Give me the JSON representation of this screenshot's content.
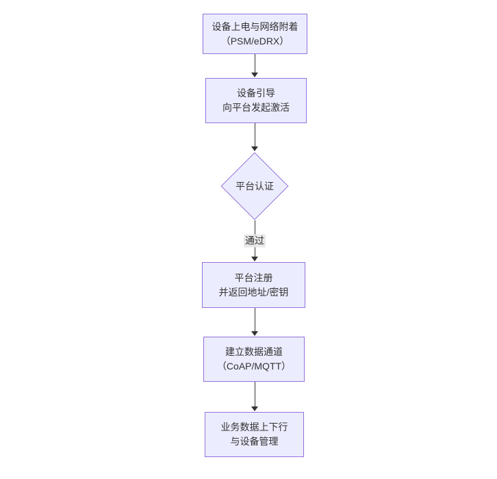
{
  "diagram": {
    "type": "flowchart",
    "direction": "top-down",
    "nodes": [
      {
        "id": "A",
        "shape": "rect",
        "lines": [
          "设备上电与网络附着",
          "（PSM/eDRX）"
        ]
      },
      {
        "id": "B",
        "shape": "rect",
        "lines": [
          "设备引导",
          "向平台发起激活"
        ]
      },
      {
        "id": "C",
        "shape": "diamond",
        "lines": [
          "平台认证"
        ]
      },
      {
        "id": "D",
        "shape": "rect",
        "lines": [
          "平台注册",
          "并返回地址/密钥"
        ]
      },
      {
        "id": "E",
        "shape": "rect",
        "lines": [
          "建立数据通道",
          "（CoAP/MQTT）"
        ]
      },
      {
        "id": "F",
        "shape": "rect",
        "lines": [
          "业务数据上下行",
          "与设备管理"
        ]
      }
    ],
    "edges": [
      {
        "from": "A",
        "to": "B",
        "label": ""
      },
      {
        "from": "B",
        "to": "C",
        "label": ""
      },
      {
        "from": "C",
        "to": "D",
        "label": "通过"
      },
      {
        "from": "D",
        "to": "E",
        "label": ""
      },
      {
        "from": "E",
        "to": "F",
        "label": ""
      }
    ],
    "colors": {
      "node_fill": "#ECECFF",
      "node_border": "#9370DB",
      "edge_line": "#333333",
      "edge_label_bg": "#e8e8e8",
      "text": "#333333",
      "background": "#ffffff"
    }
  }
}
